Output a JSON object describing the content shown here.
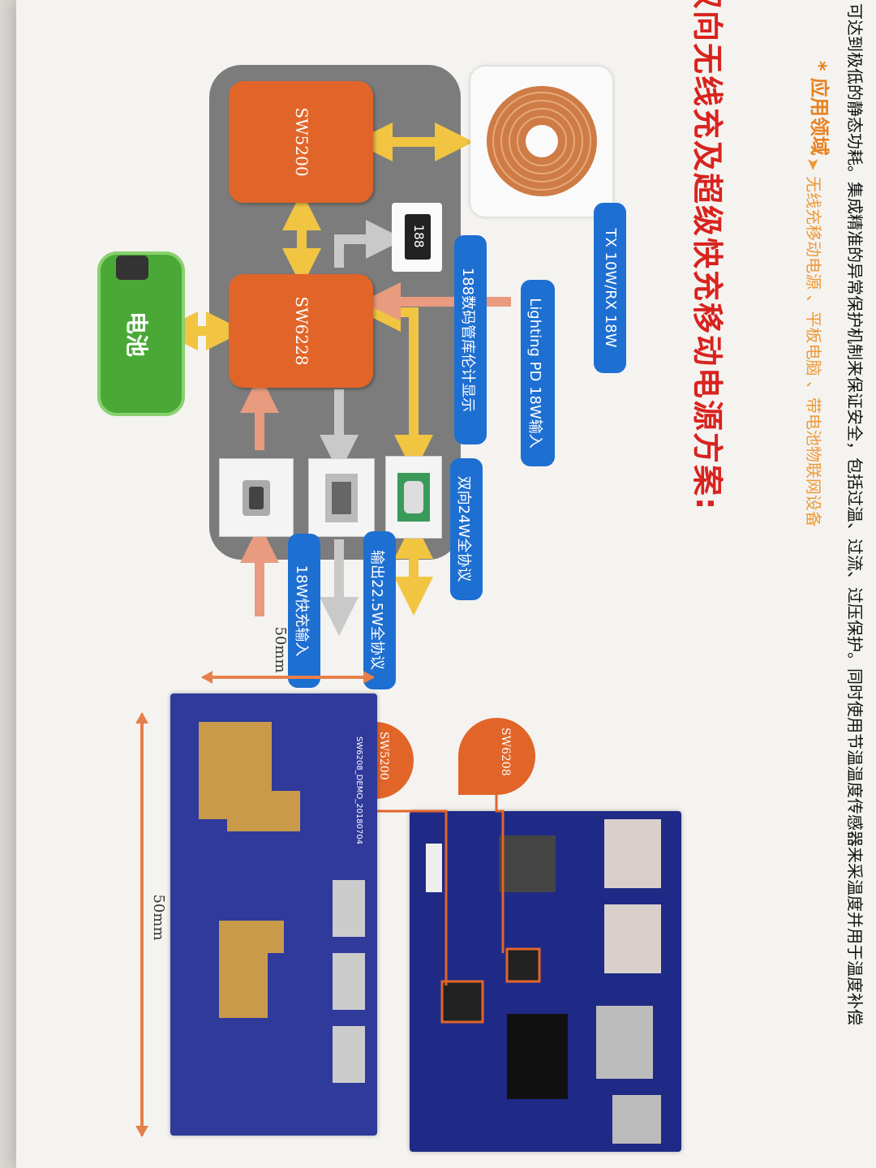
{
  "top_text": "可达到极低的静态功耗。集成精准的异常保护机制来保证安全，包括过温、过流、过压保护。同时使用节温温度传感器来采温度并用于温度补偿",
  "applications": {
    "heading": "* 应用领域",
    "items": "➤ 无线充移动电源 、平板电脑 、带电池物联网设备"
  },
  "title": "双向无线充及超级快充移动电源方案:",
  "diagram": {
    "chip_top": "SW5200",
    "chip_main": "SW6228",
    "battery": "电池",
    "display_digits": "188",
    "callouts": {
      "coil": "TX 10W/RX 18W",
      "display": "188数码管库伦计显示",
      "lightning": "Lighting PD 18W输入",
      "typec": "双向24W全协议",
      "usba": "输出22.5W全协议",
      "micro": "18W快充输入"
    }
  },
  "photos": {
    "label_sw6208": "SW6208",
    "label_sw5200": "SW5200",
    "dim_width": "50mm",
    "dim_height": "50mm",
    "board_silk": "SW6208_DEMO_20180704"
  },
  "colors": {
    "title": "#d8231f",
    "accent_orange": "#e16529",
    "callout_blue": "#1e6fd2",
    "arrow_yellow": "#f1c542",
    "arrow_salmon": "#e99b7f",
    "arrow_gray": "#c9c9c9",
    "battery_green": "#4aa936"
  }
}
